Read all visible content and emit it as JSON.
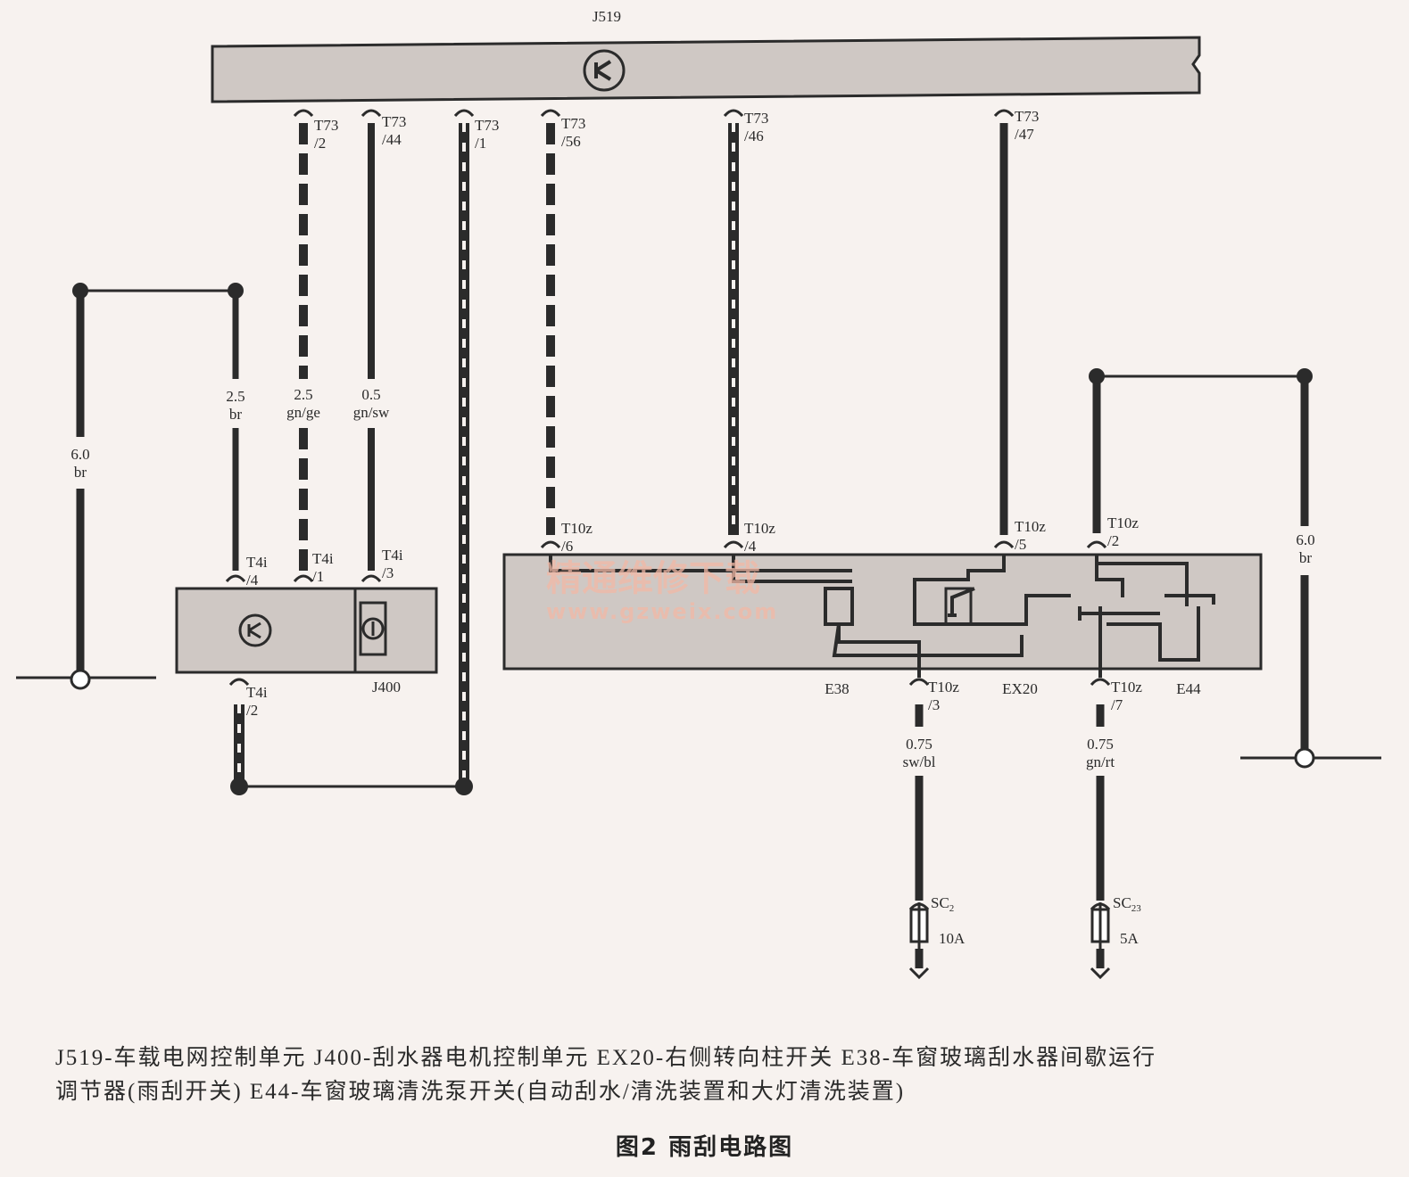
{
  "colors": {
    "background": "#f7f2ef",
    "module_fill": "#cfc8c4",
    "wire": "#2b2b2b",
    "watermark": "#f2b9a6"
  },
  "modules": {
    "j519": "J519",
    "j400": "J400",
    "e38": "E38",
    "ex20": "EX20",
    "e44": "E44"
  },
  "terminals": {
    "t73_2": [
      "T73",
      "/2"
    ],
    "t73_44": [
      "T73",
      "/44"
    ],
    "t73_1": [
      "T73",
      "/1"
    ],
    "t73_56": [
      "T73",
      "/56"
    ],
    "t73_46": [
      "T73",
      "/46"
    ],
    "t73_47": [
      "T73",
      "/47"
    ],
    "t4i_4": [
      "T4i",
      "/4"
    ],
    "t4i_1": [
      "T4i",
      "/1"
    ],
    "t4i_3": [
      "T4i",
      "/3"
    ],
    "t4i_2": [
      "T4i",
      "/2"
    ],
    "t10z_6": [
      "T10z",
      "/6"
    ],
    "t10z_4": [
      "T10z",
      "/4"
    ],
    "t10z_5": [
      "T10z",
      "/5"
    ],
    "t10z_2": [
      "T10z",
      "/2"
    ],
    "t10z_3": [
      "T10z",
      "/3"
    ],
    "t10z_7": [
      "T10z",
      "/7"
    ]
  },
  "wires": {
    "w_left_ground": [
      "6.0",
      "br"
    ],
    "w_t4i4": [
      "2.5",
      "br"
    ],
    "w_t73_2": [
      "2.5",
      "gn/ge"
    ],
    "w_t73_44": [
      "0.5",
      "gn/sw"
    ],
    "w_right_ground": [
      "6.0",
      "br"
    ],
    "w_t10z3": [
      "0.75",
      "sw/bl"
    ],
    "w_t10z7": [
      "0.75",
      "gn/rt"
    ]
  },
  "fuses": {
    "sc2": {
      "name": "SC",
      "sub": "2",
      "rating": "10A"
    },
    "sc23": {
      "name": "SC",
      "sub": "23",
      "rating": "5A"
    }
  },
  "watermark": {
    "line1": "精通维修下载",
    "line2": "www.gzweix.com"
  },
  "legend": {
    "line1": "J519-车载电网控制单元  J400-刮水器电机控制单元  EX20-右侧转向柱开关  E38-车窗玻璃刮水器间歇运行",
    "line2": "调节器(雨刮开关)  E44-车窗玻璃清洗泵开关(自动刮水/清洗装置和大灯清洗装置)"
  },
  "caption": "图2  雨刮电路图"
}
